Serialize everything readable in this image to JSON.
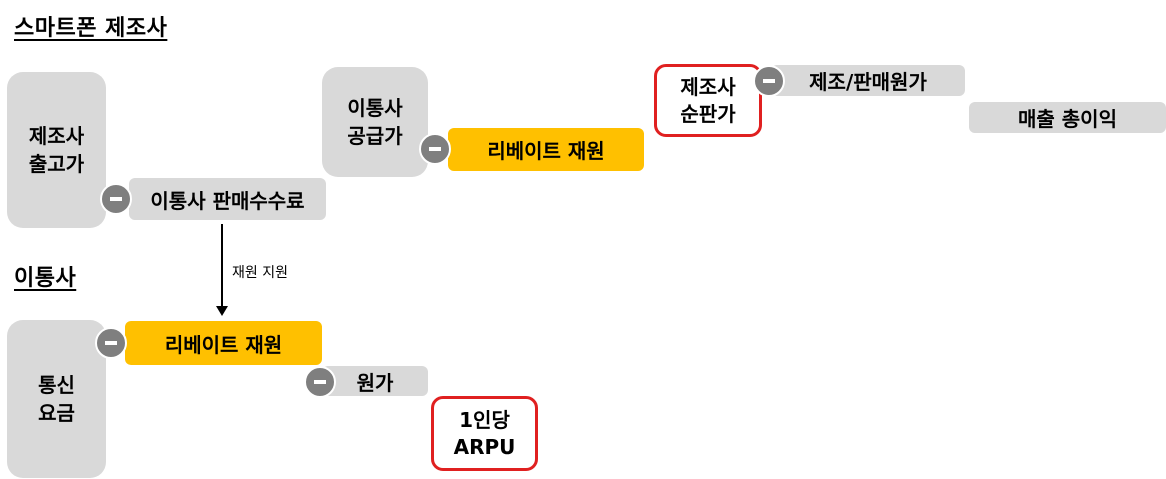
{
  "sections": {
    "manufacturer": "스마트폰 제조사",
    "carrier": "이통사"
  },
  "boxes": {
    "maker_release_price": "제조사\n출고가",
    "carrier_supply_price": "이통사\n공급가",
    "maker_net_price": "제조사\n순판가",
    "carrier_fee": "통신\n요금",
    "arpu": "1인당\nARPU"
  },
  "bars": {
    "carrier_sales_commission": "이통사 판매수수료",
    "rebate_funding_top": "리베이트 재원",
    "mfg_sales_cost": "제조/판매원가",
    "gross_profit": "매출 총이익",
    "rebate_funding_bottom": "리베이트 재원",
    "cost": "원가"
  },
  "arrow_label": "재원 지원",
  "icons": {
    "minus": "minus-circle-icon",
    "arrow": "arrow-down-icon"
  },
  "colors": {
    "gray_box": "#d9d9d9",
    "yellow_bar": "#ffc000",
    "red_border": "#e02020",
    "minus_icon": "#7f7f7f"
  }
}
